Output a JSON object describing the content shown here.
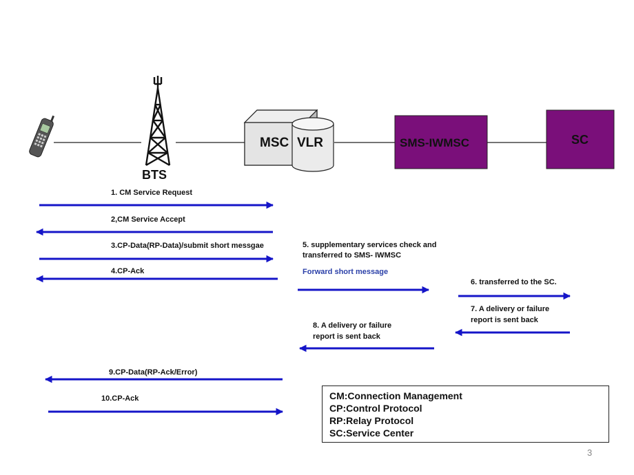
{
  "colors": {
    "arrow": "#1515c8",
    "sms_box_fill": "#7a0f7a",
    "sc_box_fill": "#7a0f7a",
    "msc_fill": "#e2e2e2",
    "line": "#222222"
  },
  "nodes": {
    "bts": "BTS",
    "msc": "MSC",
    "vlr": "VLR",
    "sms_iwmsc": "SMS-IWMSC",
    "sc": "SC"
  },
  "messages": [
    {
      "label": "1. CM Service Request",
      "direction": "right"
    },
    {
      "label": "2,CM Service Accept",
      "direction": "left"
    },
    {
      "label": "3.CP-Data(RP-Data)/submit short messgae",
      "direction": "right"
    },
    {
      "label": "4.CP-Ack",
      "direction": "left"
    },
    {
      "label_line1": "5. supplementary services check and",
      "label_line2": "transferred to SMS- IWMSC",
      "sublabel": "Forward short message",
      "direction": "right"
    },
    {
      "label": "6. transferred to the SC.",
      "direction": "right"
    },
    {
      "label_line1": "7. A delivery or failure",
      "label_line2": "report is sent back",
      "direction": "left"
    },
    {
      "label_line1": "8. A delivery or failure",
      "label_line2": "report is sent back",
      "direction": "left"
    },
    {
      "label": "9.CP-Data(RP-Ack/Error)",
      "direction": "left"
    },
    {
      "label": "10.CP-Ack",
      "direction": "right"
    }
  ],
  "legend": [
    "CM:Connection Management",
    "CP:Control Protocol",
    "RP:Relay Protocol",
    "SC:Service Center"
  ],
  "page_number": "3"
}
